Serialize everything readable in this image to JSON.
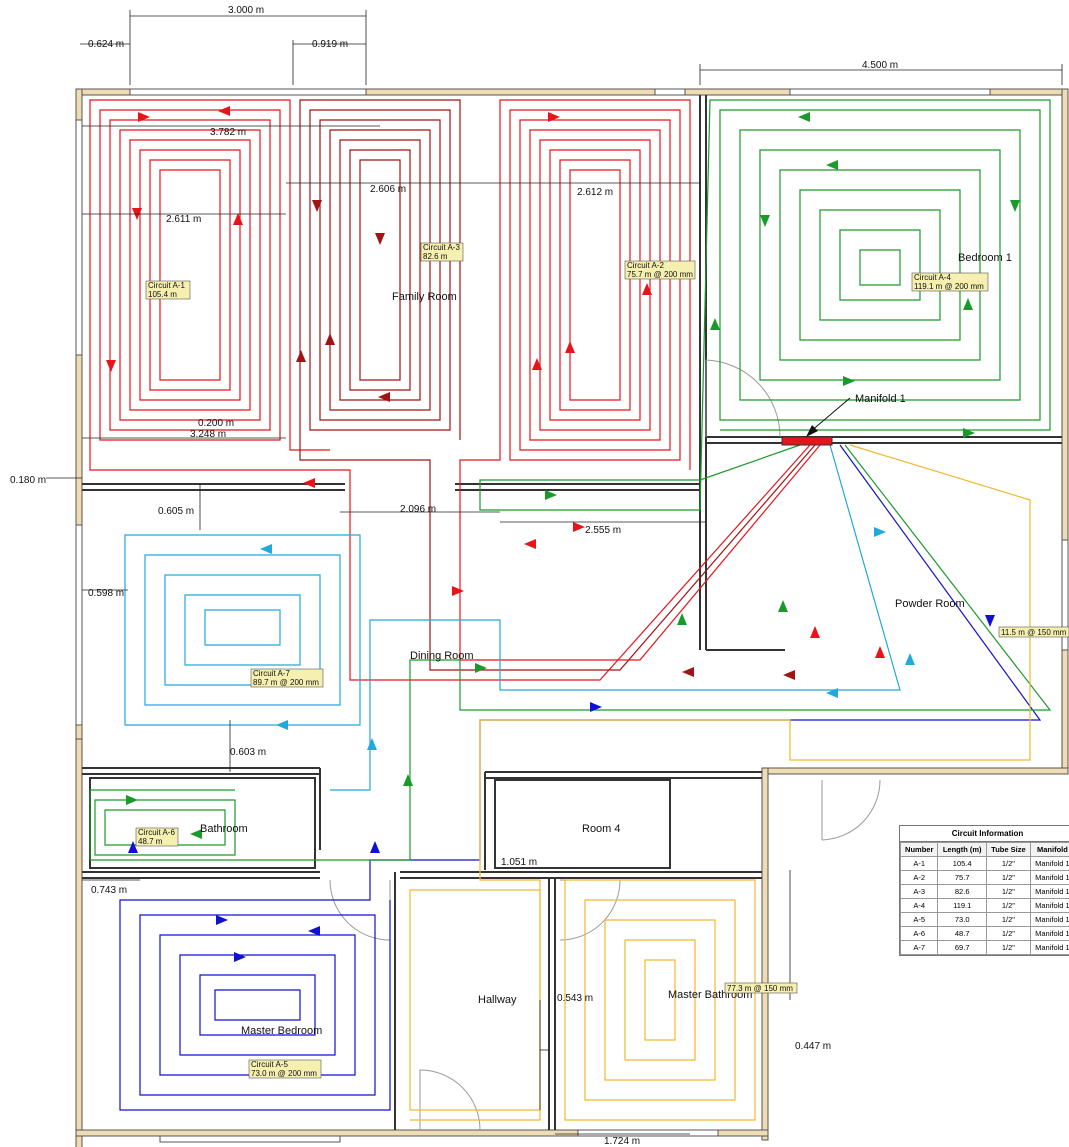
{
  "rooms": {
    "family_room": "Family Room",
    "bedroom1": "Bedroom 1",
    "dining_room": "Dining Room",
    "powder_room": "Powder Room",
    "bathroom": "Bathroom",
    "room4": "Room 4",
    "hallway": "Hallway",
    "master_bedroom": "Master Bedroom",
    "master_bathroom": "Master Bathroom",
    "manifold": "Manifold 1"
  },
  "dimensions": {
    "d1": "3.000 m",
    "d2": "0.624 m",
    "d3": "0.919 m",
    "d4": "4.500 m",
    "d5": "3.782 m",
    "d6": "2.606 m",
    "d7": "2.612 m",
    "d8": "2.611 m",
    "d9": "0.200 m",
    "d10": "3.248 m",
    "d11": "0.180 m",
    "d12": "0.605 m",
    "d13": "2.096 m",
    "d14": "2.555 m",
    "d15": "0.598 m",
    "d16": "0.603 m",
    "d17": "0.743 m",
    "d18": "0.543 m",
    "d19": "1.051 m",
    "d20": "0.447 m",
    "d21": "1.724 m"
  },
  "tags": {
    "a1": [
      "Circuit A-1",
      "105.4 m"
    ],
    "a2": [
      "Circuit A-2",
      "75.7 m @ 200 mm"
    ],
    "a3": [
      "Circuit A-3",
      "82.6 m"
    ],
    "a4": [
      "Circuit A-4",
      "119.1 m @ 200 mm"
    ],
    "a5": [
      "Circuit A-5",
      "73.0 m @ 200 mm"
    ],
    "a6": [
      "Circuit A-6",
      "48.7 m"
    ],
    "a7": [
      "Circuit A-7",
      "89.7 m @ 200 mm"
    ],
    "hall": [
      "77.3 m @ 150 mm"
    ],
    "powder": [
      "11.5 m @ 150 mm"
    ]
  },
  "legend": {
    "title": "Circuit Information",
    "headers": [
      "Number",
      "Length (m)",
      "Tube Size",
      "Manifold"
    ],
    "rows": [
      [
        "A-1",
        "105.4",
        "1/2\"",
        "Manifold 1"
      ],
      [
        "A-2",
        "75.7",
        "1/2\"",
        "Manifold 1"
      ],
      [
        "A-3",
        "82.6",
        "1/2\"",
        "Manifold 1"
      ],
      [
        "A-4",
        "119.1",
        "1/2\"",
        "Manifold 1"
      ],
      [
        "A-5",
        "73.0",
        "1/2\"",
        "Manifold 1"
      ],
      [
        "A-6",
        "48.7",
        "1/2\"",
        "Manifold 1"
      ],
      [
        "A-7",
        "69.7",
        "1/2\"",
        "Manifold 1"
      ]
    ]
  },
  "colors": {
    "wall": "#f0dcb4",
    "red": "#e8141b",
    "darkred": "#a01414",
    "green": "#1a9a2a",
    "cyan": "#22a8dc",
    "blue": "#1010d0",
    "yellow": "#f0b830",
    "tag_bg": "#f5efb0"
  }
}
